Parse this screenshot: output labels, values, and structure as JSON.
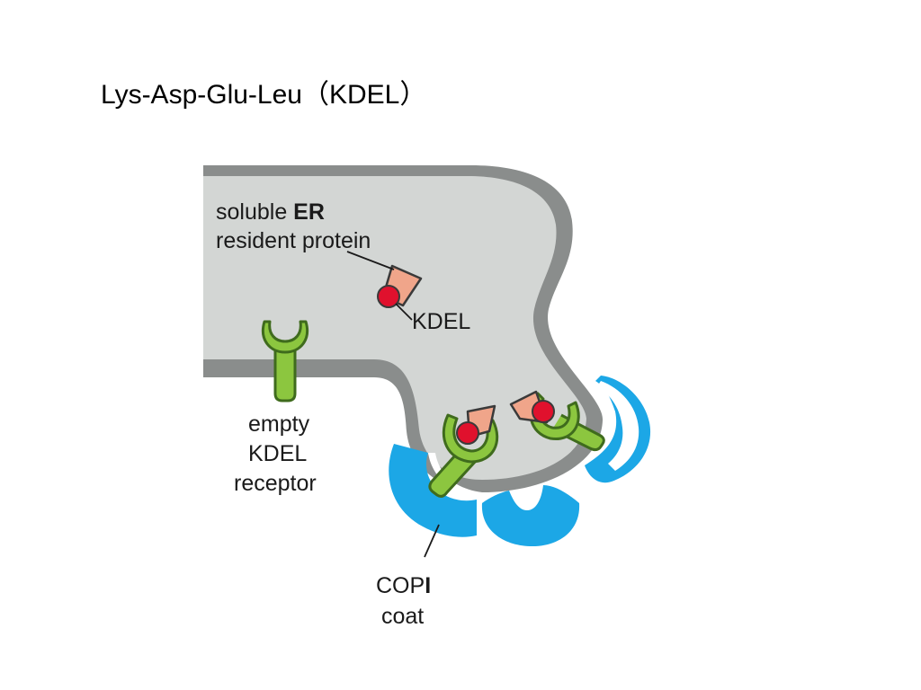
{
  "title": "Lys-Asp-Glu-Leu（KDEL）",
  "diagram": {
    "protein_label_line1_a": "soluble ",
    "protein_label_line1_b": "ER",
    "protein_label_line2": "resident protein",
    "kdel_label": "KDEL",
    "receptor_label_line1": "empty",
    "receptor_label_line2": "KDEL",
    "receptor_label_line3": "receptor",
    "coat_label_line1_a": "COP",
    "coat_label_line1_b": "I",
    "coat_label_line2": "coat"
  },
  "colors": {
    "er_lumen": "#d3d6d4",
    "er_membrane": "#8a8d8c",
    "receptor": "#8cc63f",
    "kdel_signal": "#e0112d",
    "resident_protein": "#f0a58a",
    "copi_coat": "#1ca7e6"
  }
}
